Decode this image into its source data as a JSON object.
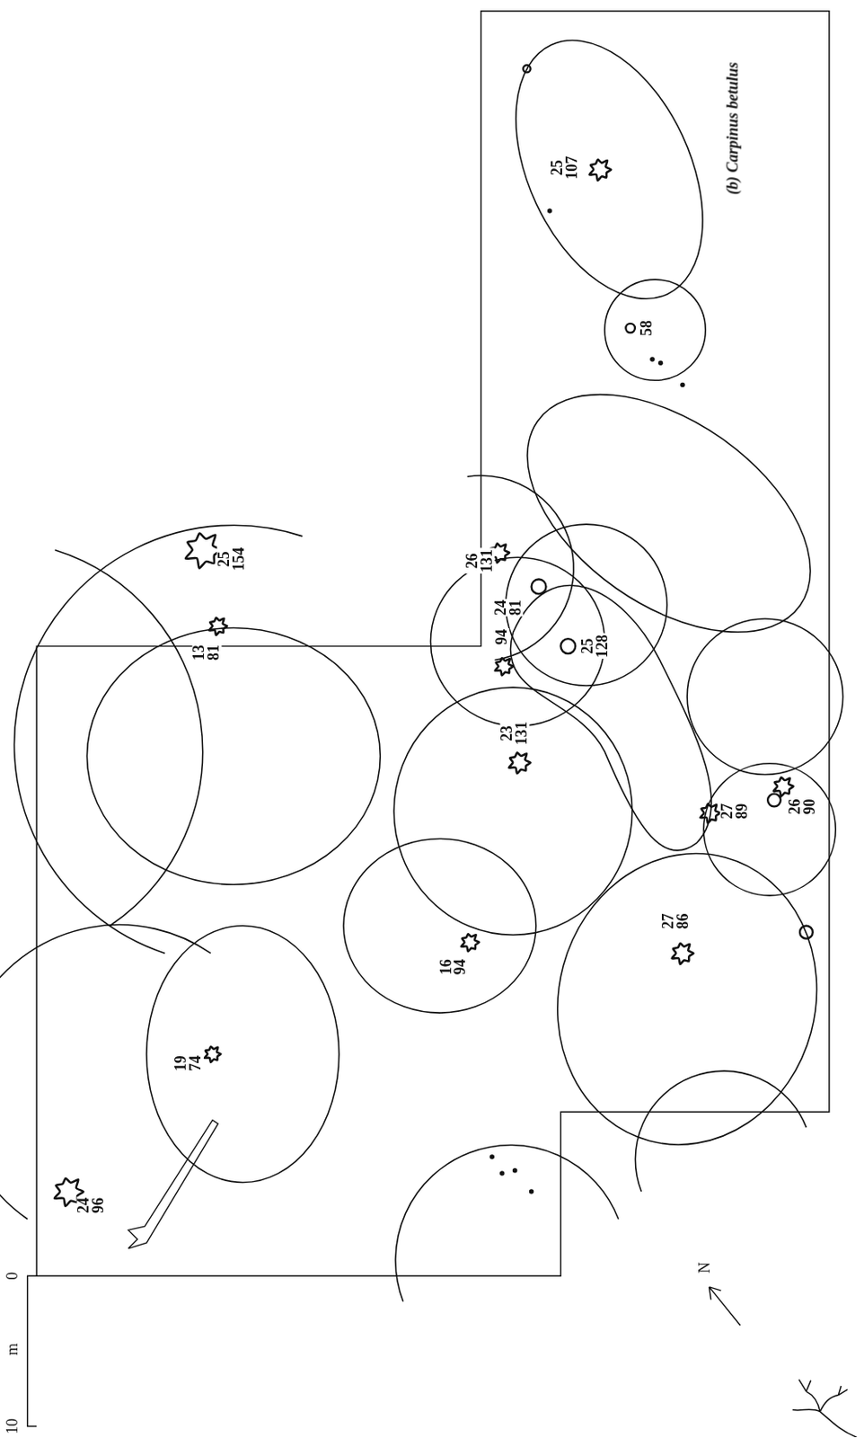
{
  "diagram": {
    "title": "(b) Carpinus betulus",
    "labels": [
      "25 107",
      "58",
      "26 131",
      "24 81",
      "25 128",
      "94",
      "26 90",
      "27 89",
      "27 86",
      "23 131",
      "16 94",
      "25 154",
      "13 81",
      "19 74",
      "24 96",
      "0",
      "m",
      "10",
      "N"
    ]
  }
}
